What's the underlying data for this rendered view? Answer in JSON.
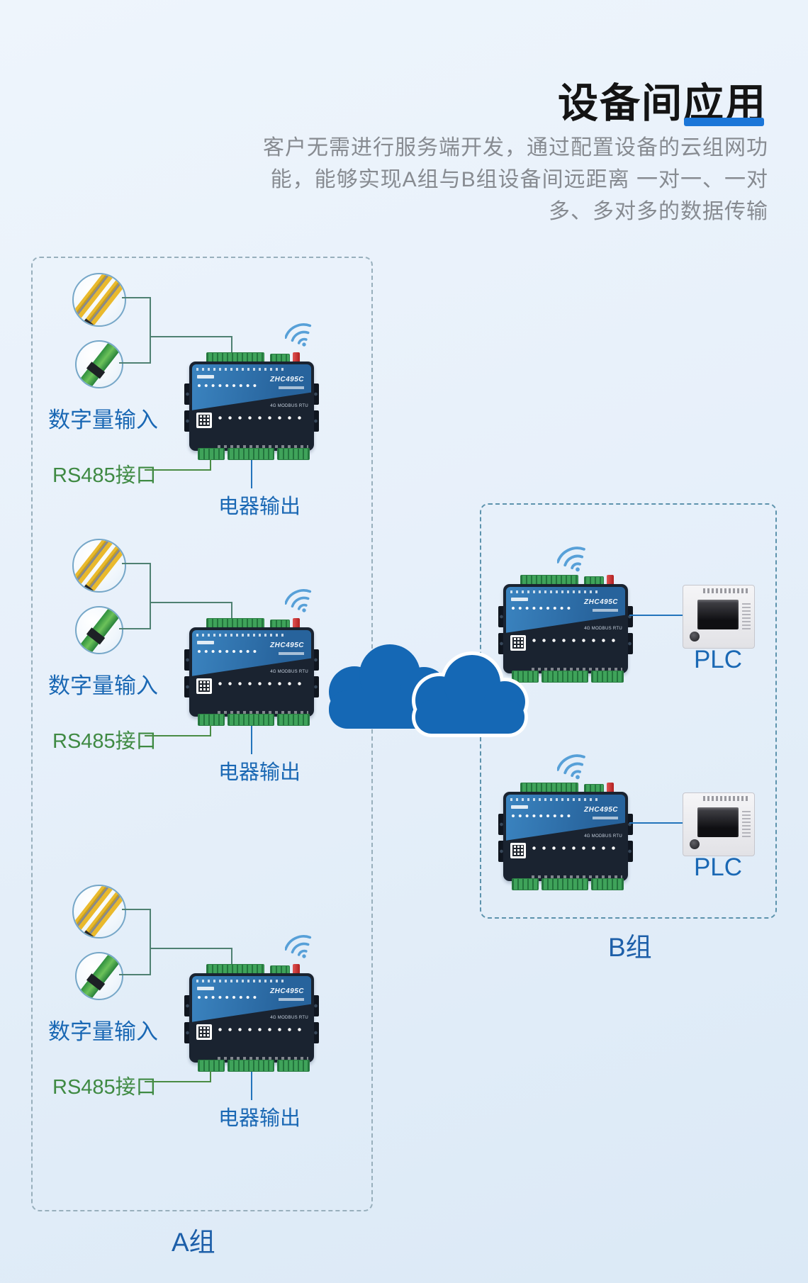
{
  "header": {
    "title": "设备间应用"
  },
  "intro": {
    "line1": "客户无需进行服务端开发，通过配置设备的云组网功",
    "line2": "能，能够实现A组与B组设备间远距离 一对一、一对",
    "line3": "多、多对多的数据传输"
  },
  "device": {
    "model": "ZHC495C",
    "type_label": "4G MODBUS RTU"
  },
  "group_a": {
    "label": "A组",
    "units": [
      {
        "input_label": "数字量输入",
        "rs485_label": "RS485接口",
        "output_label": "电器输出"
      },
      {
        "input_label": "数字量输入",
        "rs485_label": "RS485接口",
        "output_label": "电器输出"
      },
      {
        "input_label": "数字量输入",
        "rs485_label": "RS485接口",
        "output_label": "电器输出"
      }
    ]
  },
  "group_b": {
    "label": "B组",
    "units": [
      {
        "plc_label": "PLC"
      },
      {
        "plc_label": "PLC"
      }
    ]
  },
  "colors": {
    "accent_blue": "#1b76d8",
    "label_blue": "#1a68b4",
    "rs485_green": "#3f8a43",
    "cloud_blue": "#1568b5"
  }
}
